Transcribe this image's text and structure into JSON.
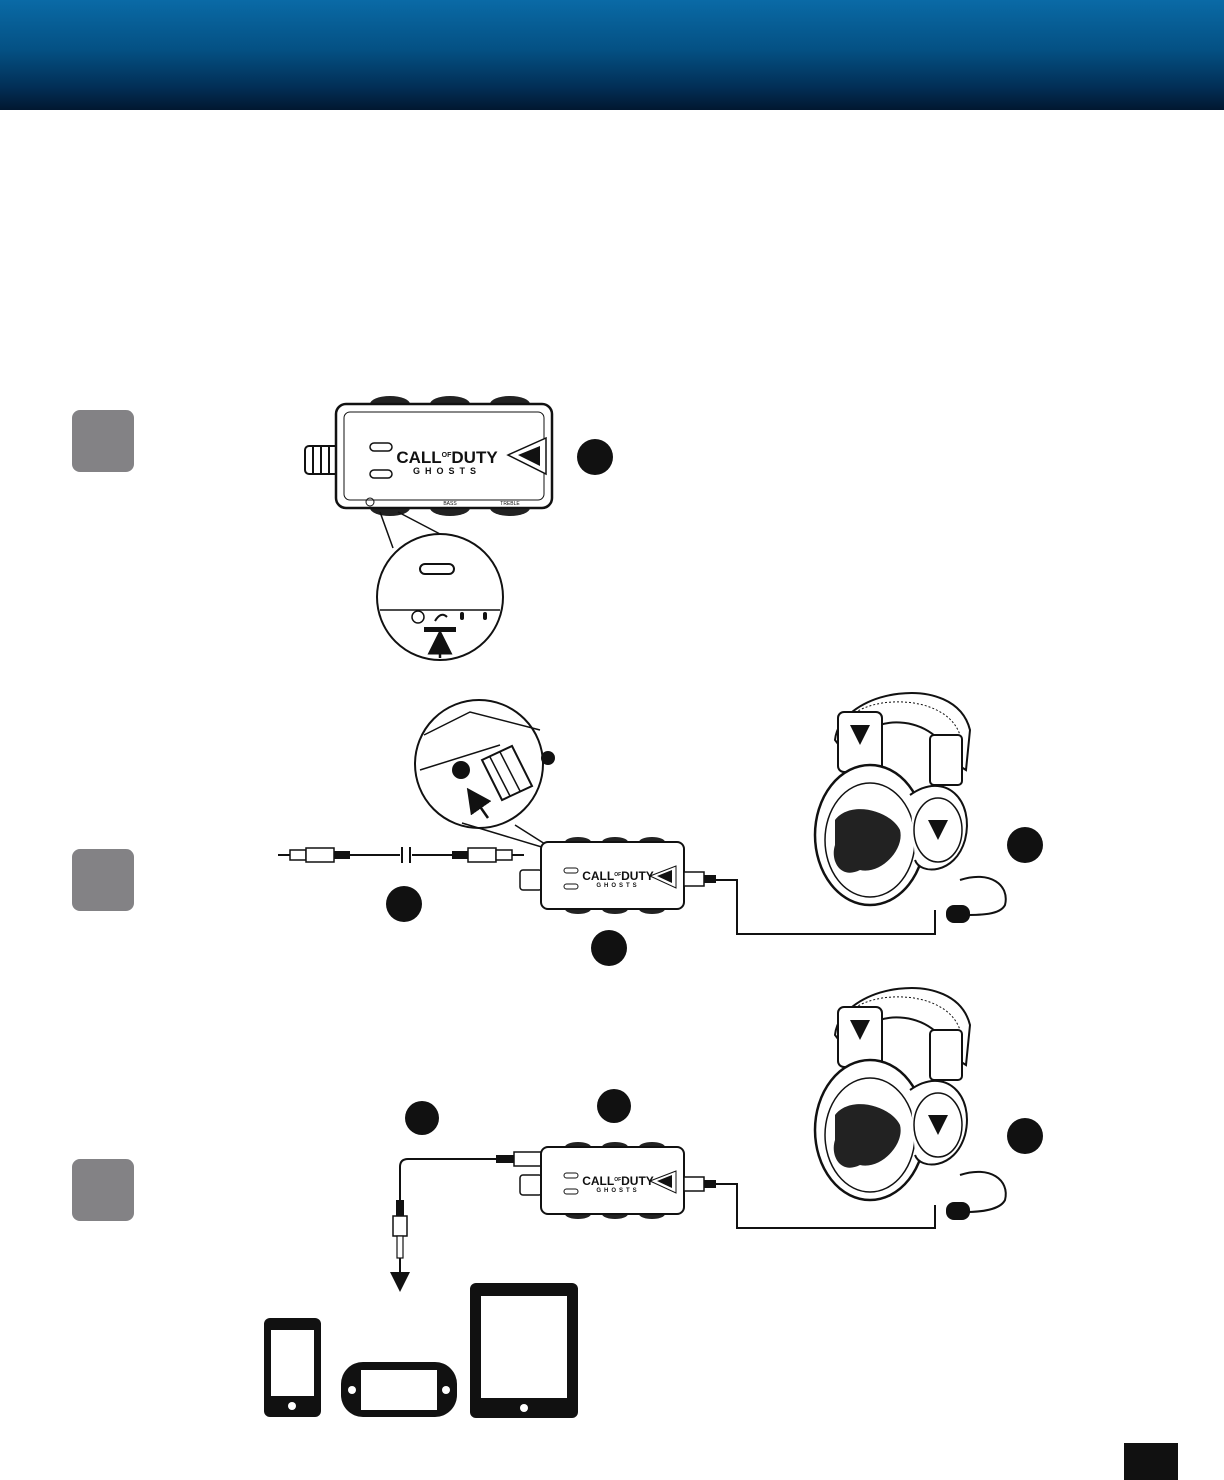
{
  "device": {
    "logo_line1": "CALL",
    "logo_of": "OF",
    "logo_line2": "DUTY",
    "logo_sub": "GHOSTS",
    "bass_label": "BASS",
    "treble_label": "TREBLE"
  },
  "brand_colors": {
    "header_top": "#0a6aa6",
    "header_bottom": "#011830",
    "badge": "#838285"
  },
  "icons": [
    "mute-icon",
    "headphone-icon",
    "mic-icon",
    "arrow-icon",
    "phone-icon",
    "handheld-console-icon",
    "tablet-icon",
    "headset-icon"
  ]
}
